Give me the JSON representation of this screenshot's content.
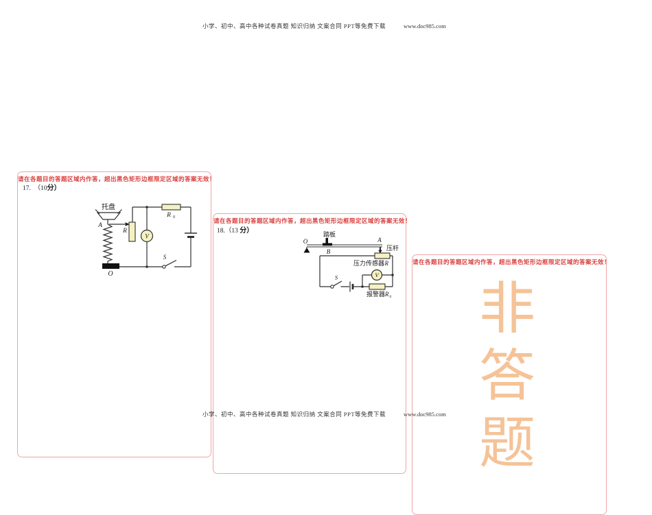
{
  "header": {
    "text": "小学、初中、高中各种试卷真题  知识归纳  文案合同  PPT等免费下载",
    "url": "www.doc985.com"
  },
  "footer": {
    "text": "小学、初中、高中各种试卷真题  知识归纳  文案合同  PPT等免费下载",
    "url": "www.doc985.com"
  },
  "colors": {
    "box_border": "#efa5a5",
    "instruction_red": "#d9403e",
    "component_fill": "#f5f1c3",
    "wire": "#2f2f2f",
    "watermark_orange": "#f5c397"
  },
  "box17": {
    "instruction": "请在各题目的答题区域内作答，超出黑色矩形边框限定区域的答案无效！",
    "q_prefix": "17.　（10",
    "q_bold": "分）"
  },
  "box18": {
    "instruction": "请在各题目的答题区域内作答，超出黑色矩形边框限定区域的答案无效！",
    "q_prefix": "18.（13 ",
    "q_bold": "分）"
  },
  "box_nonanswer": {
    "instruction": "请在各题目的答题区域内作答，超出黑色矩形边框限定区域的答案无效！"
  },
  "watermark": {
    "chars": [
      "非",
      "答",
      "题"
    ]
  },
  "c17": {
    "tray": "托盘",
    "point_a": "A",
    "point_o": "O",
    "r": "R",
    "r0_main": "R",
    "r0_sub": "0",
    "v": "V",
    "s": "S"
  },
  "c18": {
    "pedal": "踏板",
    "point_o": "O",
    "point_b": "B",
    "point_a": "A",
    "rod": "压杆",
    "sensor_prefix": "压力传感器",
    "sensor_r": "R",
    "alarm_prefix": "报警器",
    "alarm_r": "R",
    "alarm_sub": "0",
    "v": "V",
    "s": "S"
  }
}
